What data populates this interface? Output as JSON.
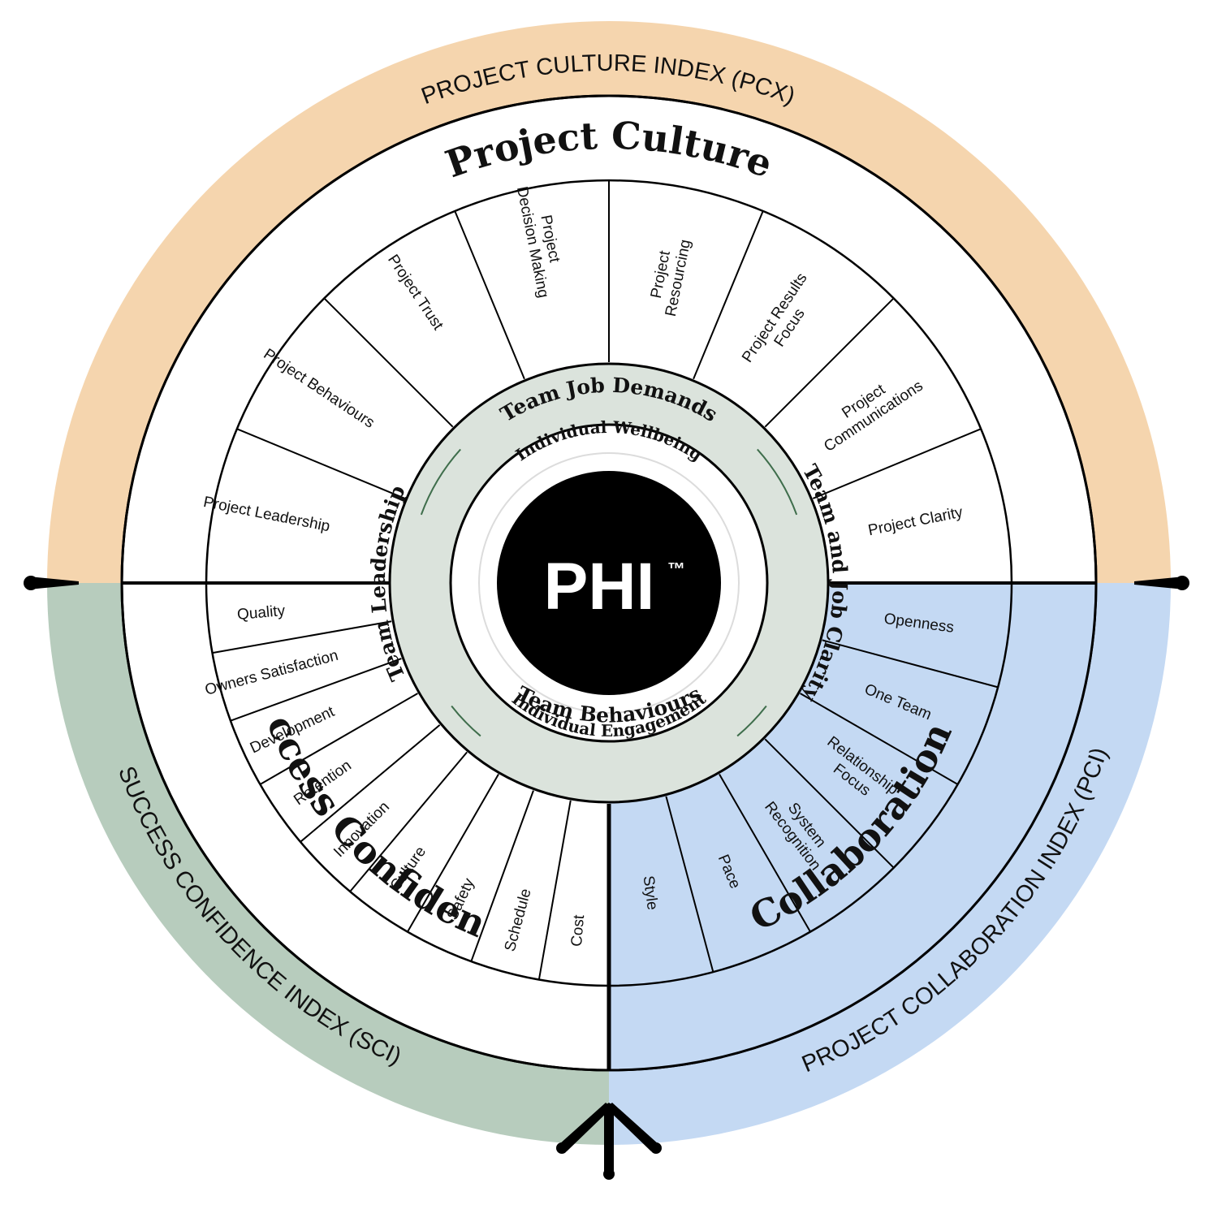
{
  "colors": {
    "culture_band": "#f5d5ae",
    "success_band": "#b7ccbd",
    "collab_band": "#c4d9f3",
    "collab_fill": "#c4d9f3",
    "team_ring": "#dbe3dc",
    "ring_accent": "#3f6e4c",
    "center": "#000000",
    "line": "#000000"
  },
  "indices": {
    "culture": "PROJECT CULTURE INDEX (PCX)",
    "success": "SUCCESS CONFIDENCE INDEX (SCI)",
    "collaboration": "PROJECT COLLABORATION INDEX (PCI)"
  },
  "sections": {
    "culture": "Project Culture",
    "success": "Success Confidence",
    "collaboration": "Collaboration"
  },
  "culture_items": [
    [
      "Project Leadership"
    ],
    [
      "Project Behaviours"
    ],
    [
      "Project Trust"
    ],
    [
      "Project",
      "Decision Making"
    ],
    [
      "Project",
      "Resourcing"
    ],
    [
      "Project Results",
      "Focus"
    ],
    [
      "Project",
      "Communications"
    ],
    [
      "Project Clarity"
    ]
  ],
  "success_items": [
    [
      "Quality"
    ],
    [
      "Owners Satisfaction"
    ],
    [
      "Development"
    ],
    [
      "Retention"
    ],
    [
      "Innovation"
    ],
    [
      "Culture"
    ],
    [
      "Safety"
    ],
    [
      "Schedule"
    ],
    [
      "Cost"
    ]
  ],
  "collab_items": [
    [
      "Style"
    ],
    [
      "Pace"
    ],
    [
      "System",
      "Recognition"
    ],
    [
      "Relationship",
      "Focus"
    ],
    [
      "One Team"
    ],
    [
      "Openness"
    ]
  ],
  "team": {
    "top": "Team Job Demands",
    "right": "Team and Job Clarity",
    "bottom": "Team Behaviours",
    "left": "Team Leadership"
  },
  "individual": {
    "top": "Individual Wellbeing",
    "bottom": "Individual Engagement"
  },
  "center": {
    "label": "PHI",
    "mark": "™"
  }
}
